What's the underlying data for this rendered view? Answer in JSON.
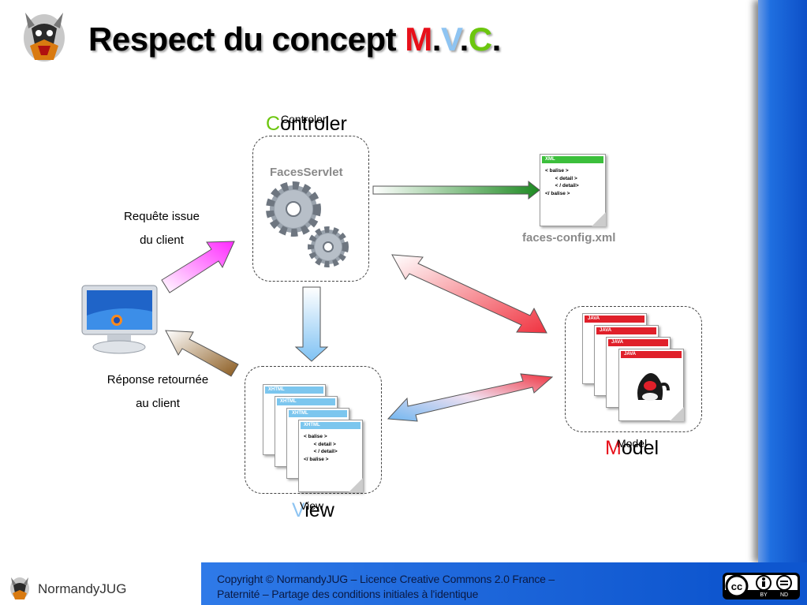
{
  "title": {
    "prefix": "Respect du concept ",
    "m": "M",
    "dot1": ".",
    "v": "V",
    "dot2": ".",
    "c": "C",
    "dot3": "."
  },
  "controler": {
    "initial": "C",
    "rest": "ontroler",
    "ghost": "Controler",
    "servlet": "FacesServlet"
  },
  "view": {
    "initial": "V",
    "rest": "iew",
    "ghost": "View"
  },
  "model": {
    "initial": "M",
    "rest": "odel",
    "ghost": "Model"
  },
  "config": {
    "file": "faces-config.xml",
    "header": "XML",
    "lines": [
      "< balise >",
      "       < detail >",
      "       < / detail>",
      "</ balise >"
    ]
  },
  "request": {
    "line1": "Requête issue",
    "line2": "du client"
  },
  "response": {
    "line1": "Réponse retournée",
    "line2": "au client"
  },
  "xhtml_doc": {
    "header": "XHTML",
    "lines": [
      "< balise >",
      "       < detail >",
      "       < / detail>",
      "</ balise >"
    ]
  },
  "java_doc": {
    "header": "JAVA"
  },
  "footer": {
    "brand": "NormandyJUG",
    "copyright_line1": "Copyright © NormandyJUG – Licence Creative Commons 2.0 France –",
    "copyright_line2": "Paternité – Partage des conditions initiales à l'identique",
    "cc_label": "cc",
    "by_label": "BY",
    "nd_label": "ND"
  },
  "colors": {
    "m": "#e8101a",
    "v": "#8ec4f2",
    "c": "#6cc60e",
    "footer_blue": "#1f6fe0"
  }
}
